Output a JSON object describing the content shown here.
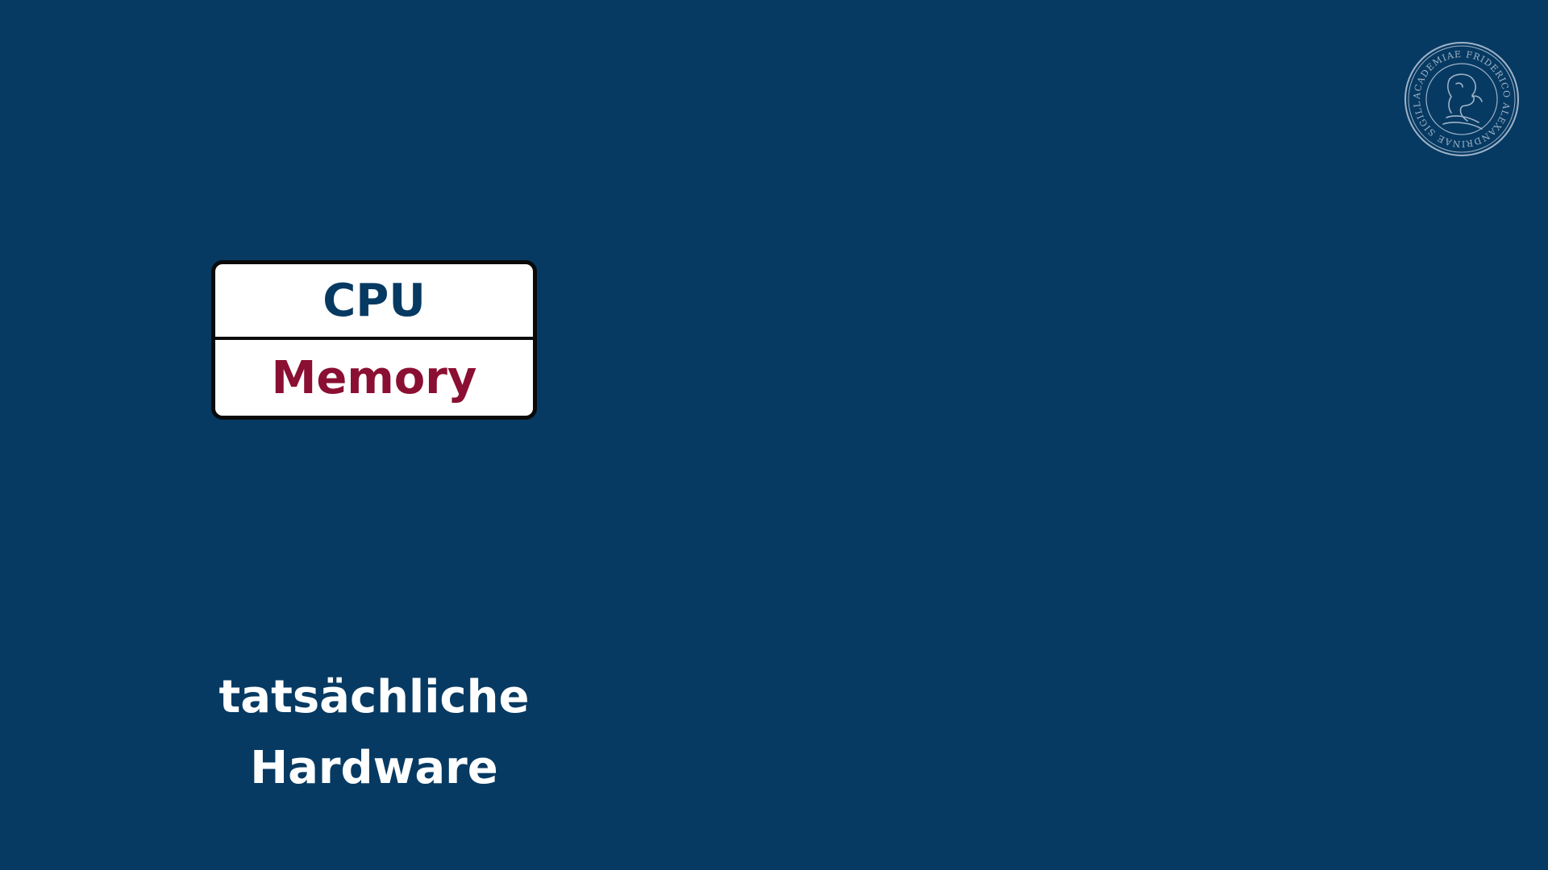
{
  "diagram": {
    "box": {
      "top_label": "CPU",
      "bottom_label": "Memory"
    },
    "caption": {
      "line1": "tatsächliche",
      "line2": "Hardware"
    }
  },
  "logo": {
    "seal_text": "ACADEMIAE FRIDERICO ALEXANDRINAE SIGILLUM",
    "icon": "university-seal-icon"
  },
  "colors": {
    "background": "#073a62",
    "cpu_text": "#073a62",
    "memory_text": "#8a0f32",
    "caption_text": "#ffffff",
    "seal": "#9fb3c8"
  }
}
